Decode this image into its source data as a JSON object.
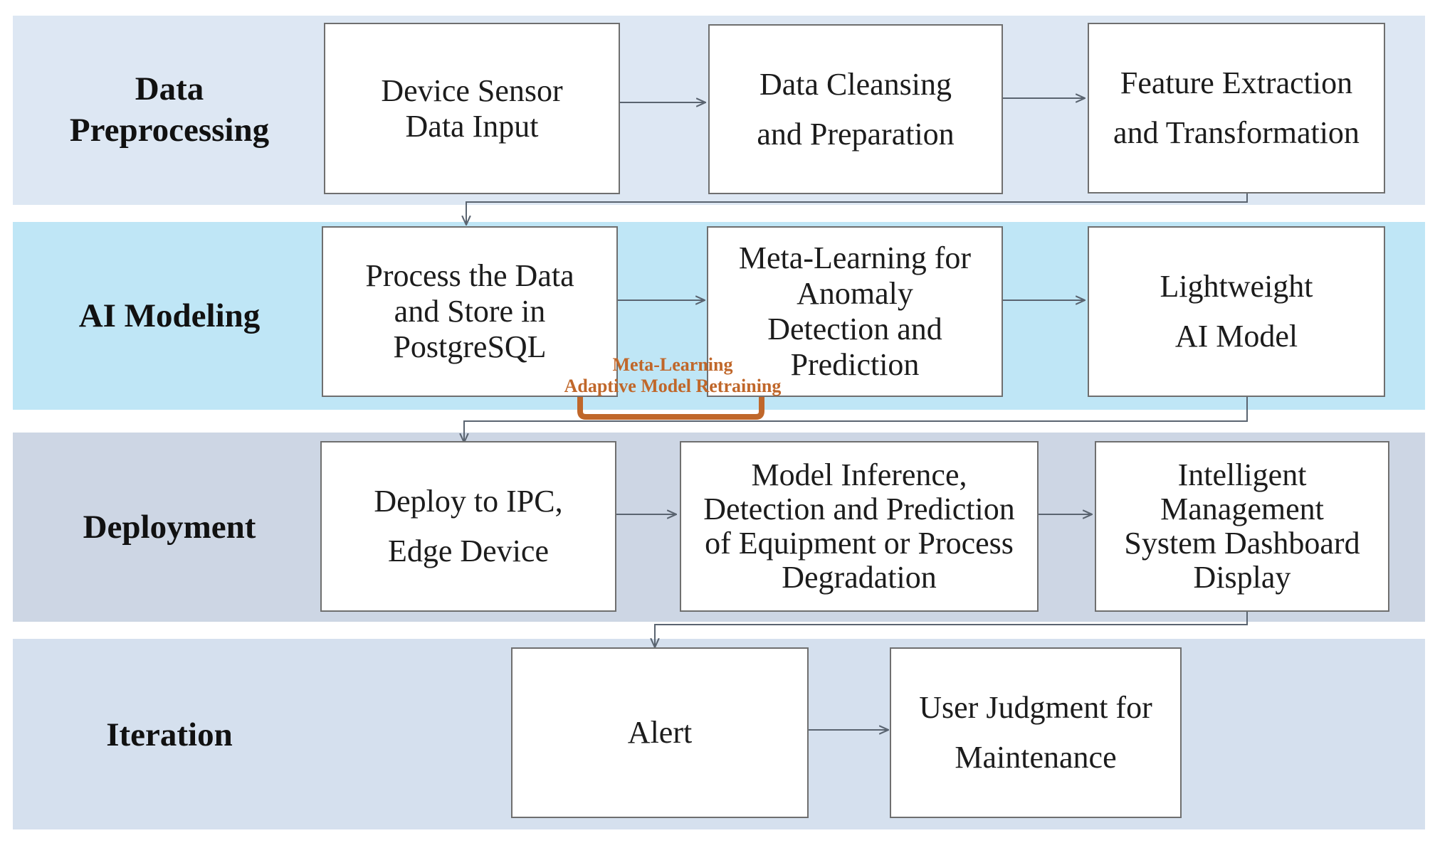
{
  "stages": [
    {
      "label": "Data\nPreprocessing",
      "color": "#dde7f3",
      "steps": [
        "Device Sensor\nData Input",
        "Data Cleansing\nand Preparation",
        "Feature Extraction\nand Transformation"
      ]
    },
    {
      "label": "AI Modeling",
      "color": "#bfe6f6",
      "steps": [
        "Process the Data\nand Store in\nPostgreSQL",
        "Meta-Learning for\nAnomaly\nDetection and\nPrediction",
        "Lightweight\nAI Model"
      ]
    },
    {
      "label": "Deployment",
      "color": "#cdd6e4",
      "steps": [
        "Deploy to IPC,\nEdge Device",
        "Model Inference,\nDetection and Prediction\nof Equipment or Process\nDegradation",
        "Intelligent\nManagement\nSystem Dashboard\nDisplay"
      ]
    },
    {
      "label": "Iteration",
      "color": "#d5e0ee",
      "steps": [
        "Alert",
        "User Judgment for\nMaintenance"
      ]
    }
  ],
  "feedback_note": "Meta-Learning\nAdaptive Model Retraining",
  "colors": {
    "arrow": "#5a6470",
    "feedback": "#c0672a",
    "box_border": "#6f6f6f"
  }
}
